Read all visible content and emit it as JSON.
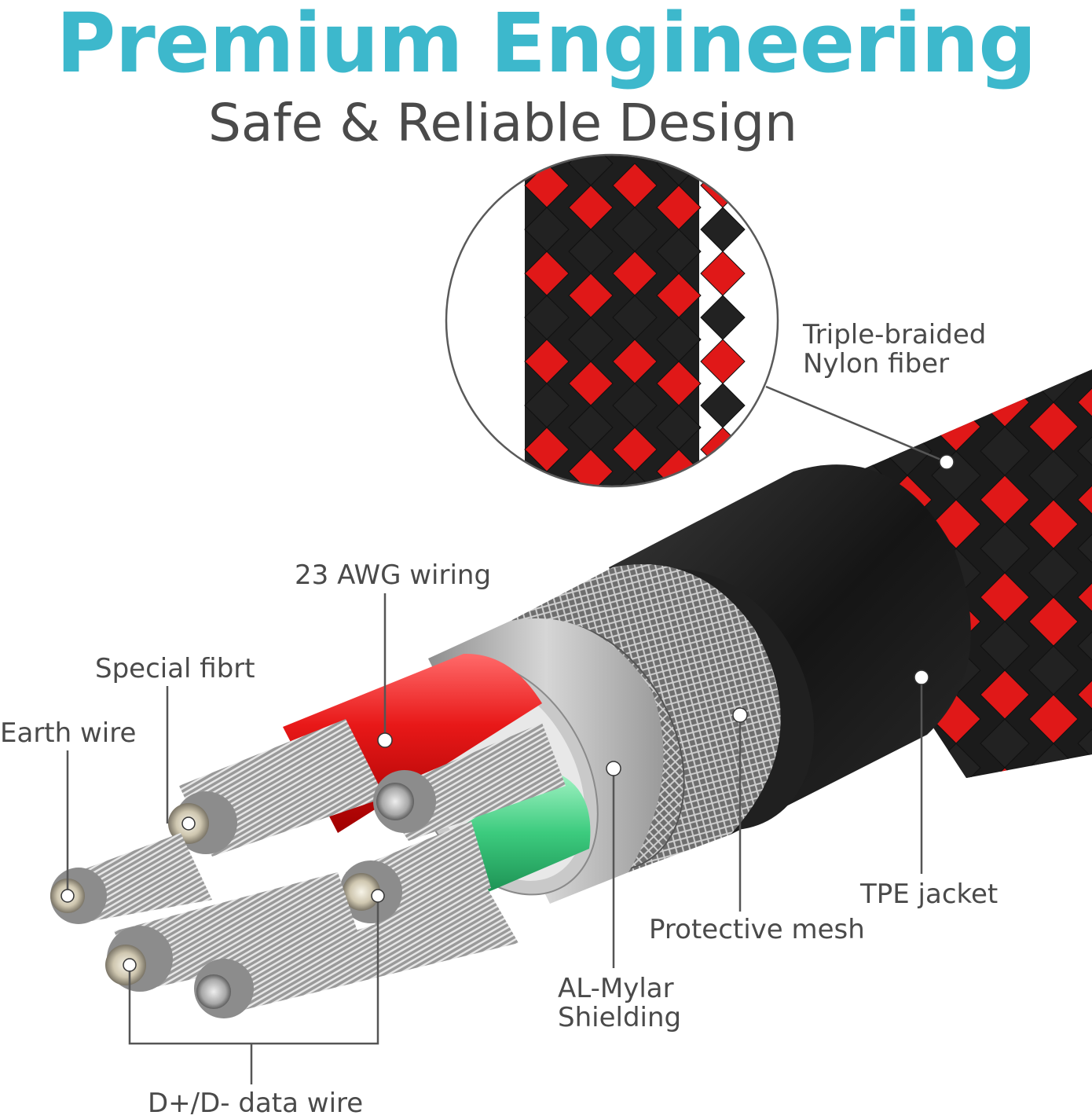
{
  "header": {
    "title": "Premium Engineering",
    "subtitle": "Safe & Reliable Design"
  },
  "labels": {
    "braid_line1": "Triple-braided",
    "braid_line2": "Nylon fiber",
    "awg": "23 AWG wiring",
    "fiber": "Special fibrt",
    "earth": "Earth wire",
    "tpe": "TPE jacket",
    "mesh": "Protective mesh",
    "mylar_line1": "AL-Mylar",
    "mylar_line2": "Shielding",
    "data_wire": "D+/D- data wire"
  },
  "colors": {
    "title": "#3db8cc",
    "text": "#4a4a4a",
    "braid_red": "#e01818",
    "braid_black": "#222222",
    "jacket": "#1b1b1b",
    "mylar": "#b0b0b0",
    "red_insulation": "#ea1d1d",
    "green_insulation": "#3ccb7e",
    "leader": "#555555"
  }
}
